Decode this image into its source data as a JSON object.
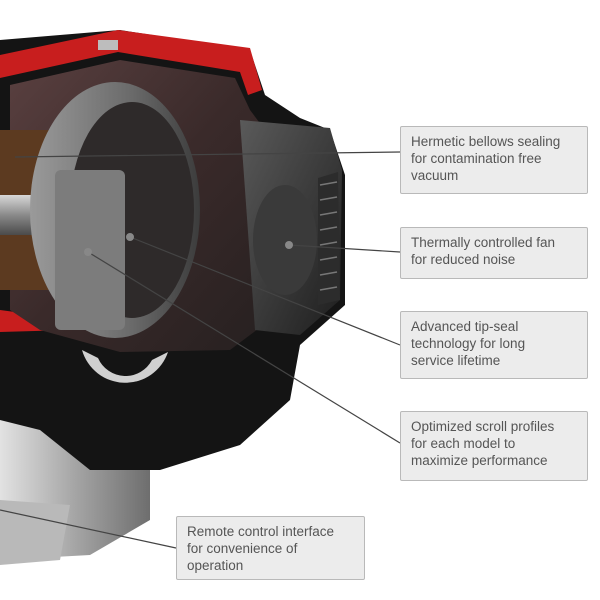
{
  "callouts": [
    {
      "id": "hermetic-bellows",
      "text": "Hermetic bellows sealing\nfor contamination free\nvacuum"
    },
    {
      "id": "thermally-controlled-fan",
      "text": "Thermally controlled fan\nfor reduced noise"
    },
    {
      "id": "tip-seal",
      "text": "Advanced tip-seal\ntechnology for long\nservice lifetime"
    },
    {
      "id": "scroll-profiles",
      "text": "Optimized scroll profiles\nfor each model to\nmaximize performance"
    },
    {
      "id": "remote-control",
      "text": "Remote control interface\nfor convenience of\noperation"
    }
  ],
  "colors": {
    "housing_red": "#c81e1e",
    "housing_black": "#141414",
    "metal_grey": "#8c8c8c",
    "callout_bg": "#ececec",
    "callout_border": "#b9b9b9",
    "callout_text": "#555555",
    "leader_line": "#444444"
  }
}
